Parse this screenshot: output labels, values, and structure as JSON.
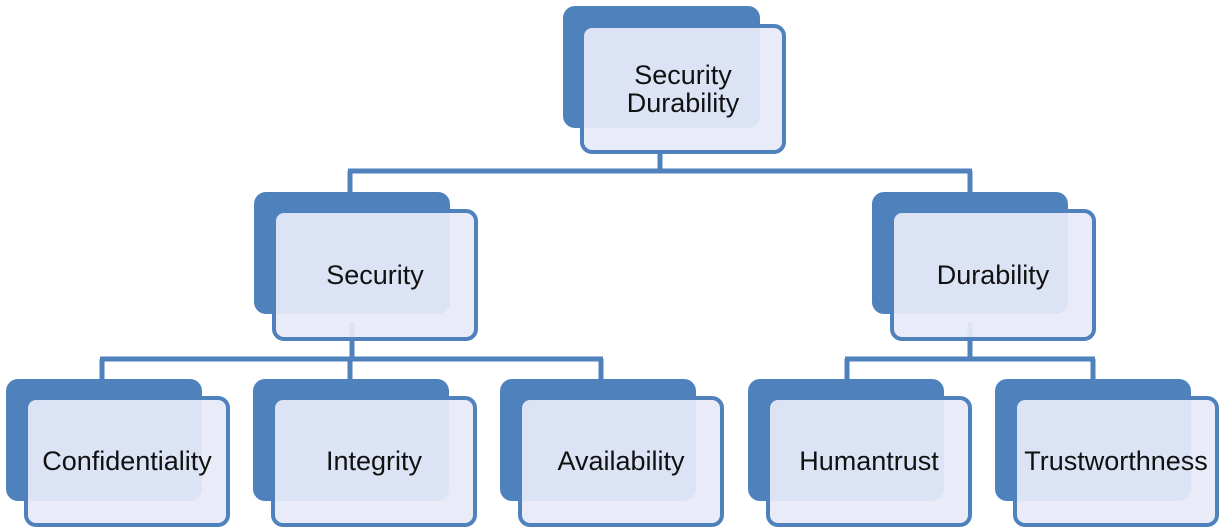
{
  "colors": {
    "accent": "#4f81bd",
    "box_fill": "#e7ebf7",
    "text": "#111111"
  },
  "diagram": {
    "root": {
      "label_line1": "Security",
      "label_line2": "Durability"
    },
    "level1": [
      {
        "label": "Security"
      },
      {
        "label": "Durability"
      }
    ],
    "level2": [
      {
        "label": "Confidentiality"
      },
      {
        "label": "Integrity"
      },
      {
        "label": "Availability"
      },
      {
        "label": "Humantrust"
      },
      {
        "label": "Trustworthness"
      }
    ]
  }
}
